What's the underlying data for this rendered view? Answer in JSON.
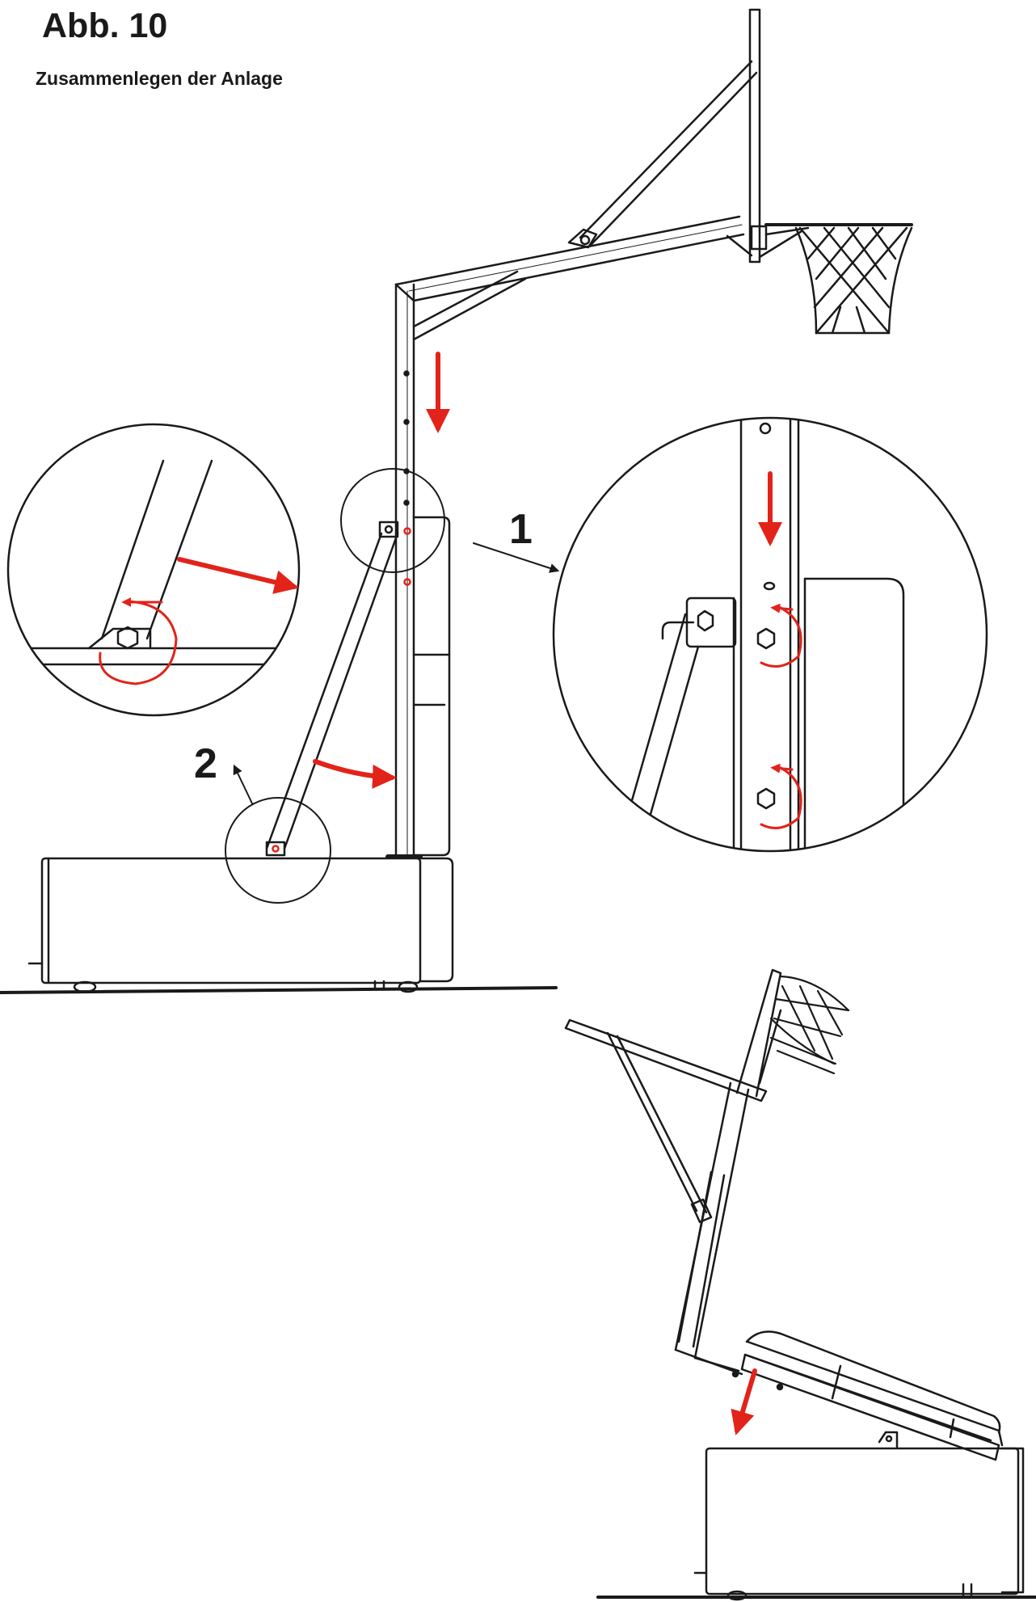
{
  "figure": {
    "title": "Abb. 10",
    "subtitle": "Zusammenlegen der Anlage"
  },
  "callouts": [
    {
      "label": "1"
    },
    {
      "label": "2"
    }
  ],
  "colors": {
    "line": "#1a1a1a",
    "accent": "#e2231a"
  },
  "icons": [
    "bolt-icon",
    "rotation-arrow-icon",
    "direction-arrow-icon",
    "basketball-net-icon"
  ]
}
